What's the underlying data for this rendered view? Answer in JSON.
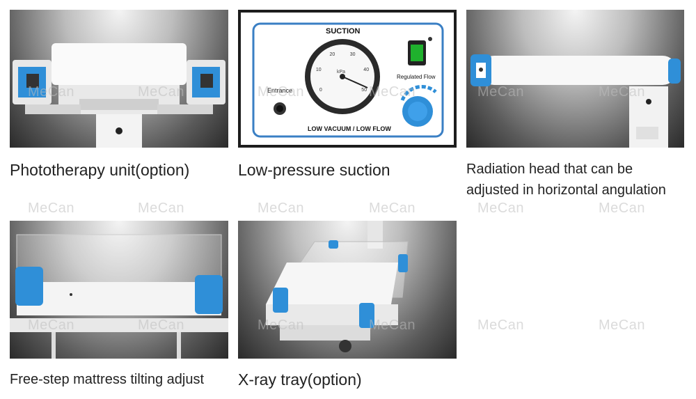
{
  "watermark": "MeCan",
  "panels": [
    {
      "caption": "Phototherapy unit(option)"
    },
    {
      "caption": "Low-pressure suction",
      "device": {
        "title": "SUCTION",
        "entrance_label": "Entrance",
        "regulated_flow_label": "Regulated Flow",
        "bottom_label": "LOW VACUUM / LOW FLOW",
        "gauge_unit": "kPa",
        "gauge_ticks": [
          "0",
          "10",
          "20",
          "30",
          "40",
          "50"
        ]
      }
    },
    {
      "caption_line1": "Radiation head that can be",
      "caption_line2": "adjusted in horizontal angulation"
    },
    {
      "caption": "Free-step mattress tilting adjust"
    },
    {
      "caption": "X-ray tray(option)"
    }
  ],
  "colors": {
    "accent_blue": "#2f8fd8",
    "panel_border": "#3a7fc4",
    "switch_green": "#1fb12d"
  }
}
